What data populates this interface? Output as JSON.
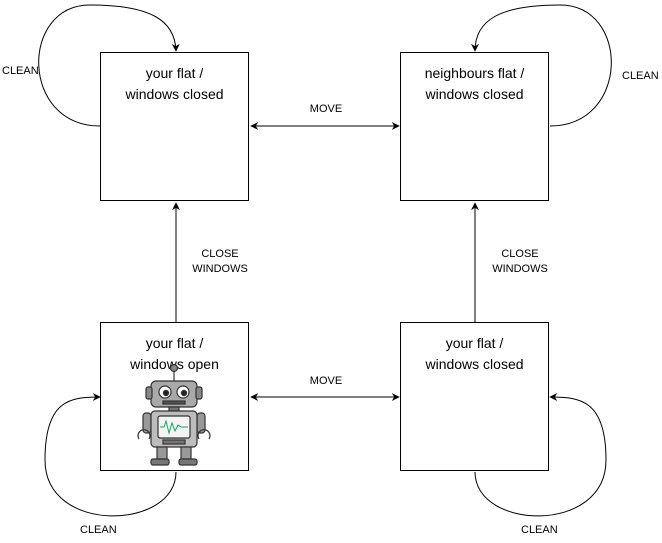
{
  "states": {
    "tl": {
      "line1": "your flat /",
      "line2": "windows closed"
    },
    "tr": {
      "line1": "neighbours flat /",
      "line2": "windows closed"
    },
    "bl": {
      "line1": "your flat /",
      "line2": "windows open"
    },
    "br": {
      "line1": "your flat /",
      "line2": "windows closed"
    }
  },
  "edges": {
    "move_top": "MOVE",
    "move_bottom": "MOVE",
    "close_left": {
      "line1": "CLOSE",
      "line2": "WINDOWS"
    },
    "close_right": {
      "line1": "CLOSE",
      "line2": "WINDOWS"
    },
    "clean_tl": "CLEAN",
    "clean_tr": "CLEAN",
    "clean_bl": "CLEAN",
    "clean_br": "CLEAN"
  },
  "robot_icon": "robot-icon"
}
